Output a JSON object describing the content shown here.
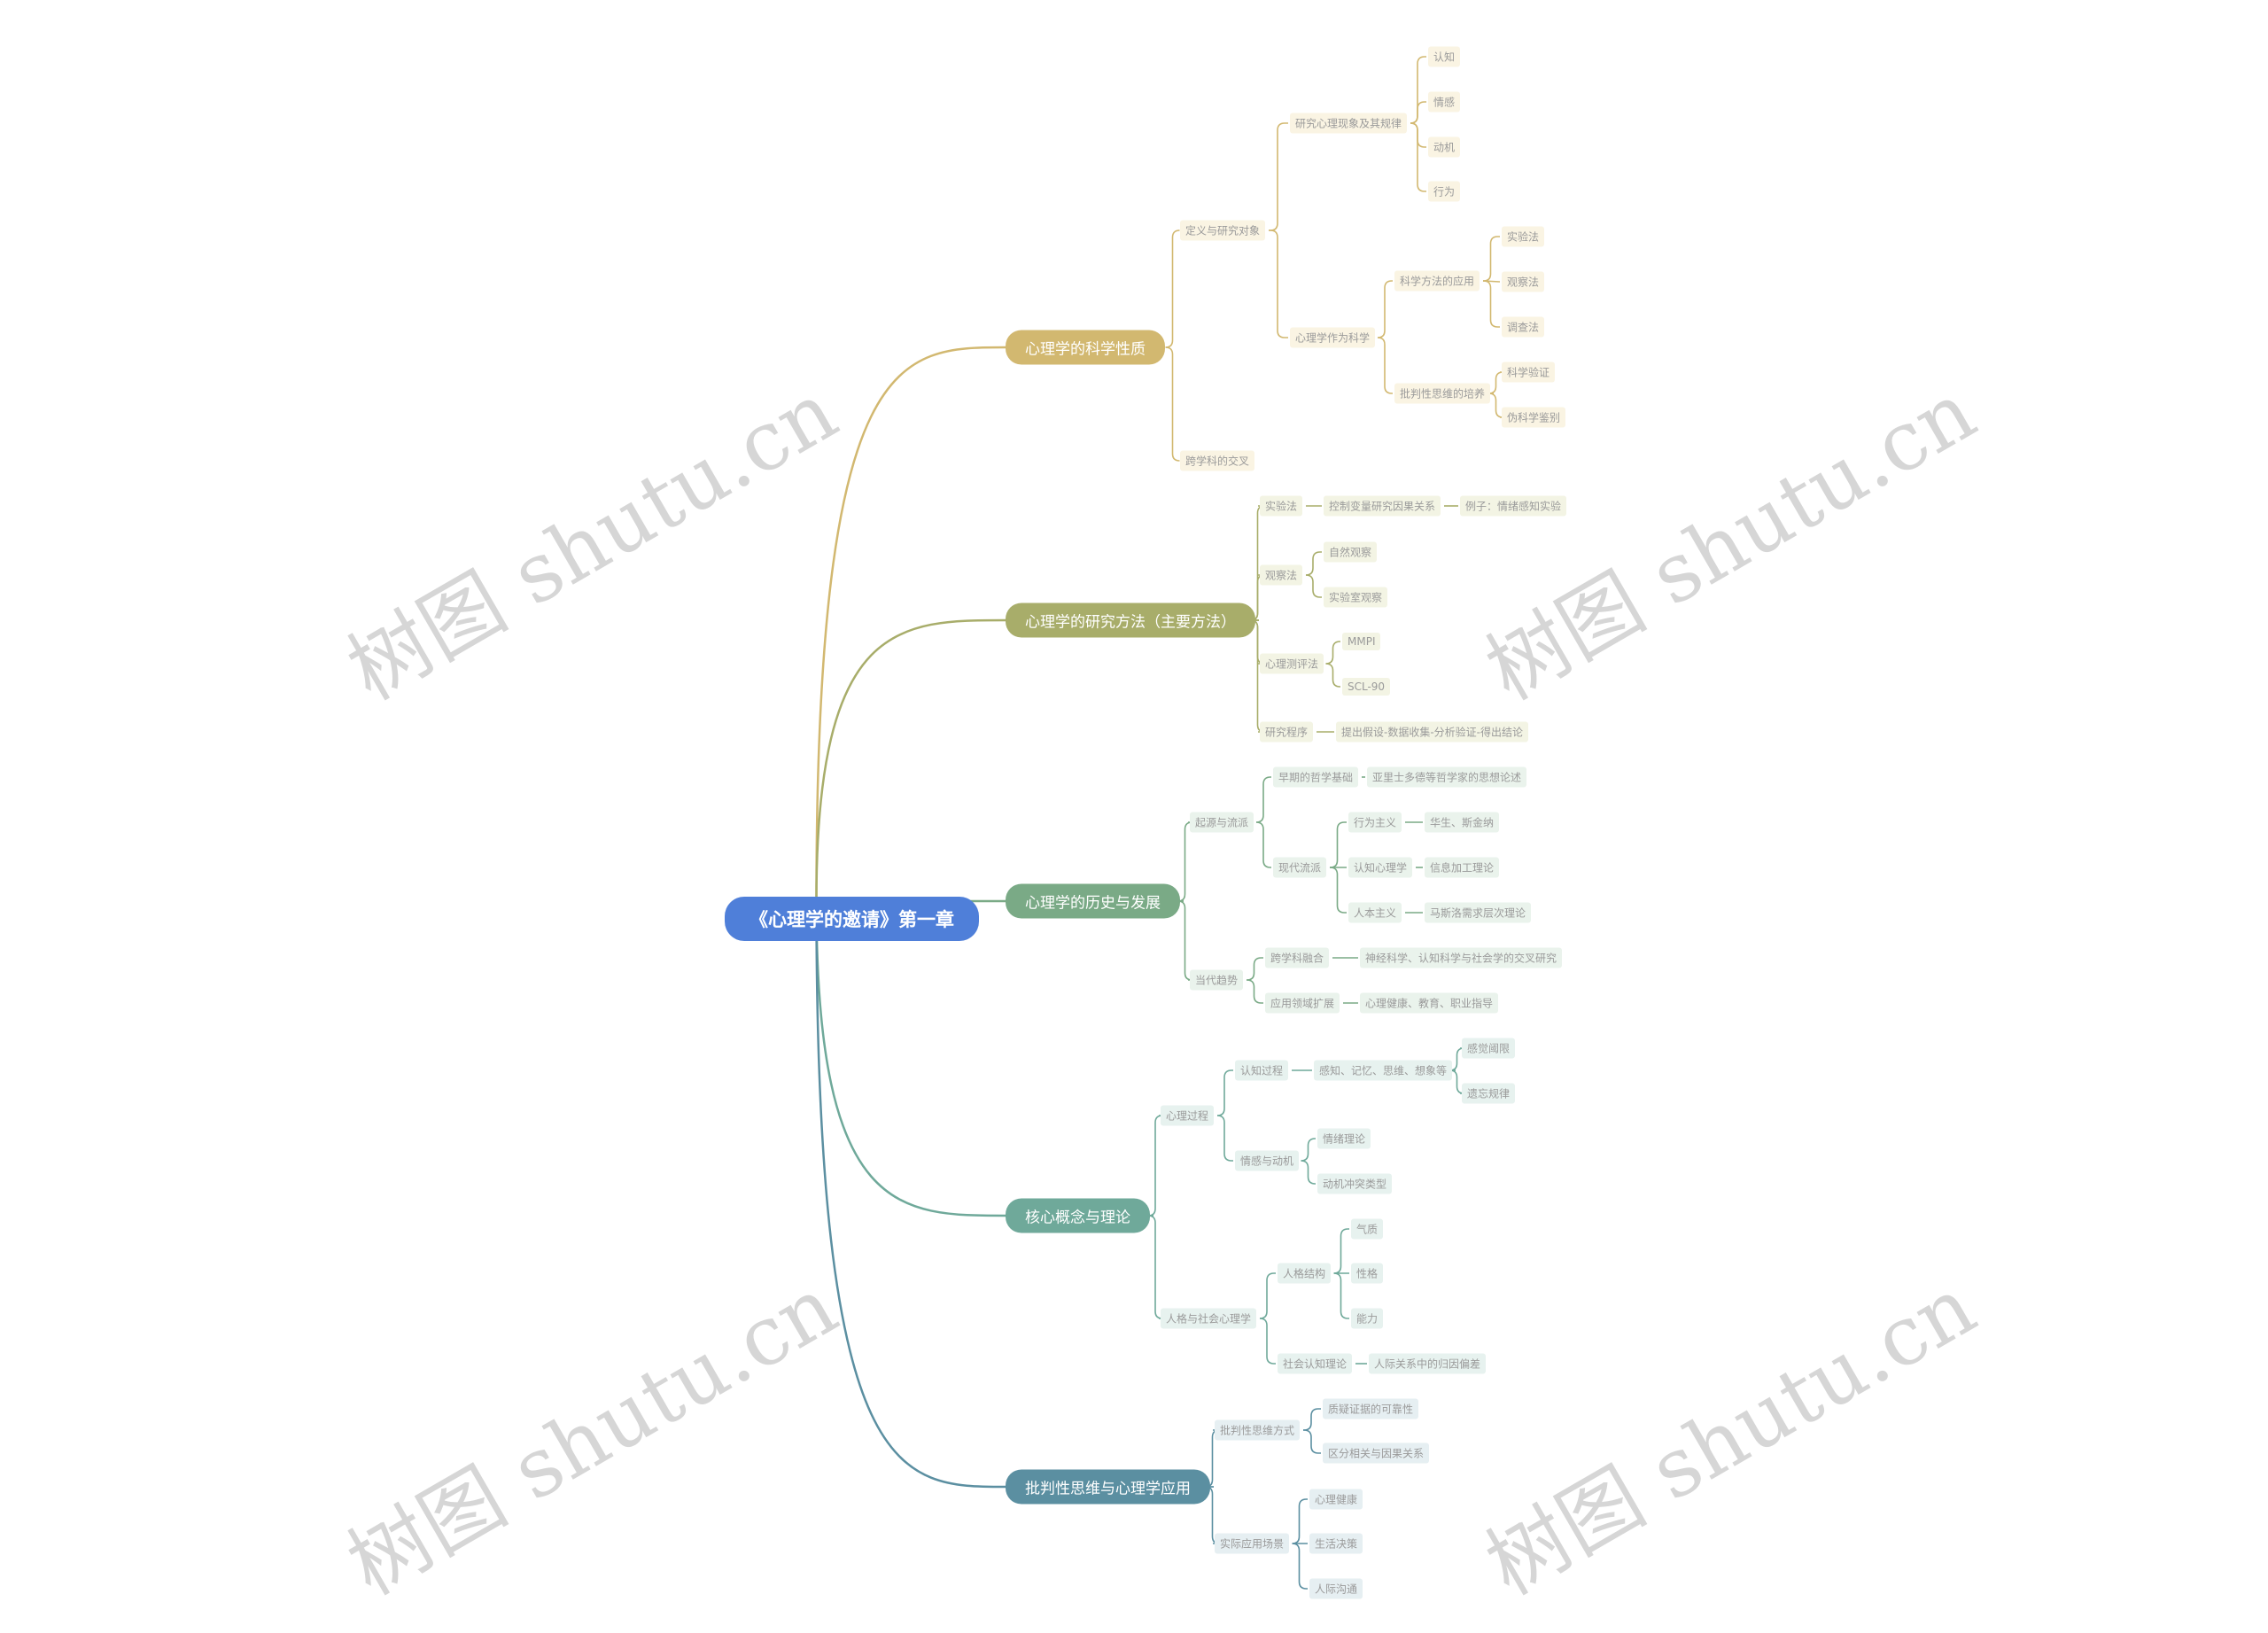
{
  "root": "《心理学的邀请》第一章",
  "colors": {
    "root": "#4f7fd9",
    "branches": [
      "#d2b870",
      "#a8ad6a",
      "#7aaa86",
      "#6fa99a",
      "#5b8fa1"
    ],
    "leaf_bg": [
      "#faf4e3",
      "#f3f4e4",
      "#eaf3ec",
      "#e7f2ef",
      "#e6eff2"
    ]
  },
  "branches": [
    {
      "label": "心理学的科学性质",
      "children": [
        {
          "label": "定义与研究对象",
          "children": [
            {
              "label": "研究心理现象及其规律",
              "children": [
                {
                  "label": "认知"
                },
                {
                  "label": "情感"
                },
                {
                  "label": "动机"
                },
                {
                  "label": "行为"
                }
              ]
            },
            {
              "label": "心理学作为科学",
              "children": [
                {
                  "label": "科学方法的应用",
                  "children": [
                    {
                      "label": "实验法"
                    },
                    {
                      "label": "观察法"
                    },
                    {
                      "label": "调查法"
                    }
                  ]
                },
                {
                  "label": "批判性思维的培养",
                  "children": [
                    {
                      "label": "科学验证"
                    },
                    {
                      "label": "伪科学鉴别"
                    }
                  ]
                }
              ]
            }
          ]
        },
        {
          "label": "跨学科的交叉"
        }
      ]
    },
    {
      "label": "心理学的研究方法（主要方法）",
      "children": [
        {
          "label": "实验法",
          "children": [
            {
              "label": "控制变量研究因果关系",
              "children": [
                {
                  "label": "例子：情绪感知实验"
                }
              ]
            }
          ]
        },
        {
          "label": "观察法",
          "children": [
            {
              "label": "自然观察"
            },
            {
              "label": "实验室观察"
            }
          ]
        },
        {
          "label": "心理测评法",
          "children": [
            {
              "label": "MMPI"
            },
            {
              "label": "SCL-90"
            }
          ]
        },
        {
          "label": "研究程序",
          "children": [
            {
              "label": "提出假设-数据收集-分析验证-得出结论"
            }
          ]
        }
      ]
    },
    {
      "label": "心理学的历史与发展",
      "children": [
        {
          "label": "起源与流派",
          "children": [
            {
              "label": "早期的哲学基础",
              "children": [
                {
                  "label": "亚里士多德等哲学家的思想论述"
                }
              ]
            },
            {
              "label": "现代流派",
              "children": [
                {
                  "label": "行为主义",
                  "children": [
                    {
                      "label": "华生、斯金纳"
                    }
                  ]
                },
                {
                  "label": "认知心理学",
                  "children": [
                    {
                      "label": "信息加工理论"
                    }
                  ]
                },
                {
                  "label": "人本主义",
                  "children": [
                    {
                      "label": "马斯洛需求层次理论"
                    }
                  ]
                }
              ]
            }
          ]
        },
        {
          "label": "当代趋势",
          "children": [
            {
              "label": "跨学科融合",
              "children": [
                {
                  "label": "神经科学、认知科学与社会学的交叉研究"
                }
              ]
            },
            {
              "label": "应用领域扩展",
              "children": [
                {
                  "label": "心理健康、教育、职业指导"
                }
              ]
            }
          ]
        }
      ]
    },
    {
      "label": "核心概念与理论",
      "children": [
        {
          "label": "心理过程",
          "children": [
            {
              "label": "认知过程",
              "children": [
                {
                  "label": "感知、记忆、思维、想象等",
                  "children": [
                    {
                      "label": "感觉阈限"
                    },
                    {
                      "label": "遗忘规律"
                    }
                  ]
                }
              ]
            },
            {
              "label": "情感与动机",
              "children": [
                {
                  "label": "情绪理论"
                },
                {
                  "label": "动机冲突类型"
                }
              ]
            }
          ]
        },
        {
          "label": "人格与社会心理学",
          "children": [
            {
              "label": "人格结构",
              "children": [
                {
                  "label": "气质"
                },
                {
                  "label": "性格"
                },
                {
                  "label": "能力"
                }
              ]
            },
            {
              "label": "社会认知理论",
              "children": [
                {
                  "label": "人际关系中的归因偏差"
                }
              ]
            }
          ]
        }
      ]
    },
    {
      "label": "批判性思维与心理学应用",
      "children": [
        {
          "label": "批判性思维方式",
          "children": [
            {
              "label": "质疑证据的可靠性"
            },
            {
              "label": "区分相关与因果关系"
            }
          ]
        },
        {
          "label": "实际应用场景",
          "children": [
            {
              "label": "心理健康"
            },
            {
              "label": "生活决策"
            },
            {
              "label": "人际沟通"
            }
          ]
        }
      ]
    }
  ],
  "watermark": "树图 shutu.cn"
}
